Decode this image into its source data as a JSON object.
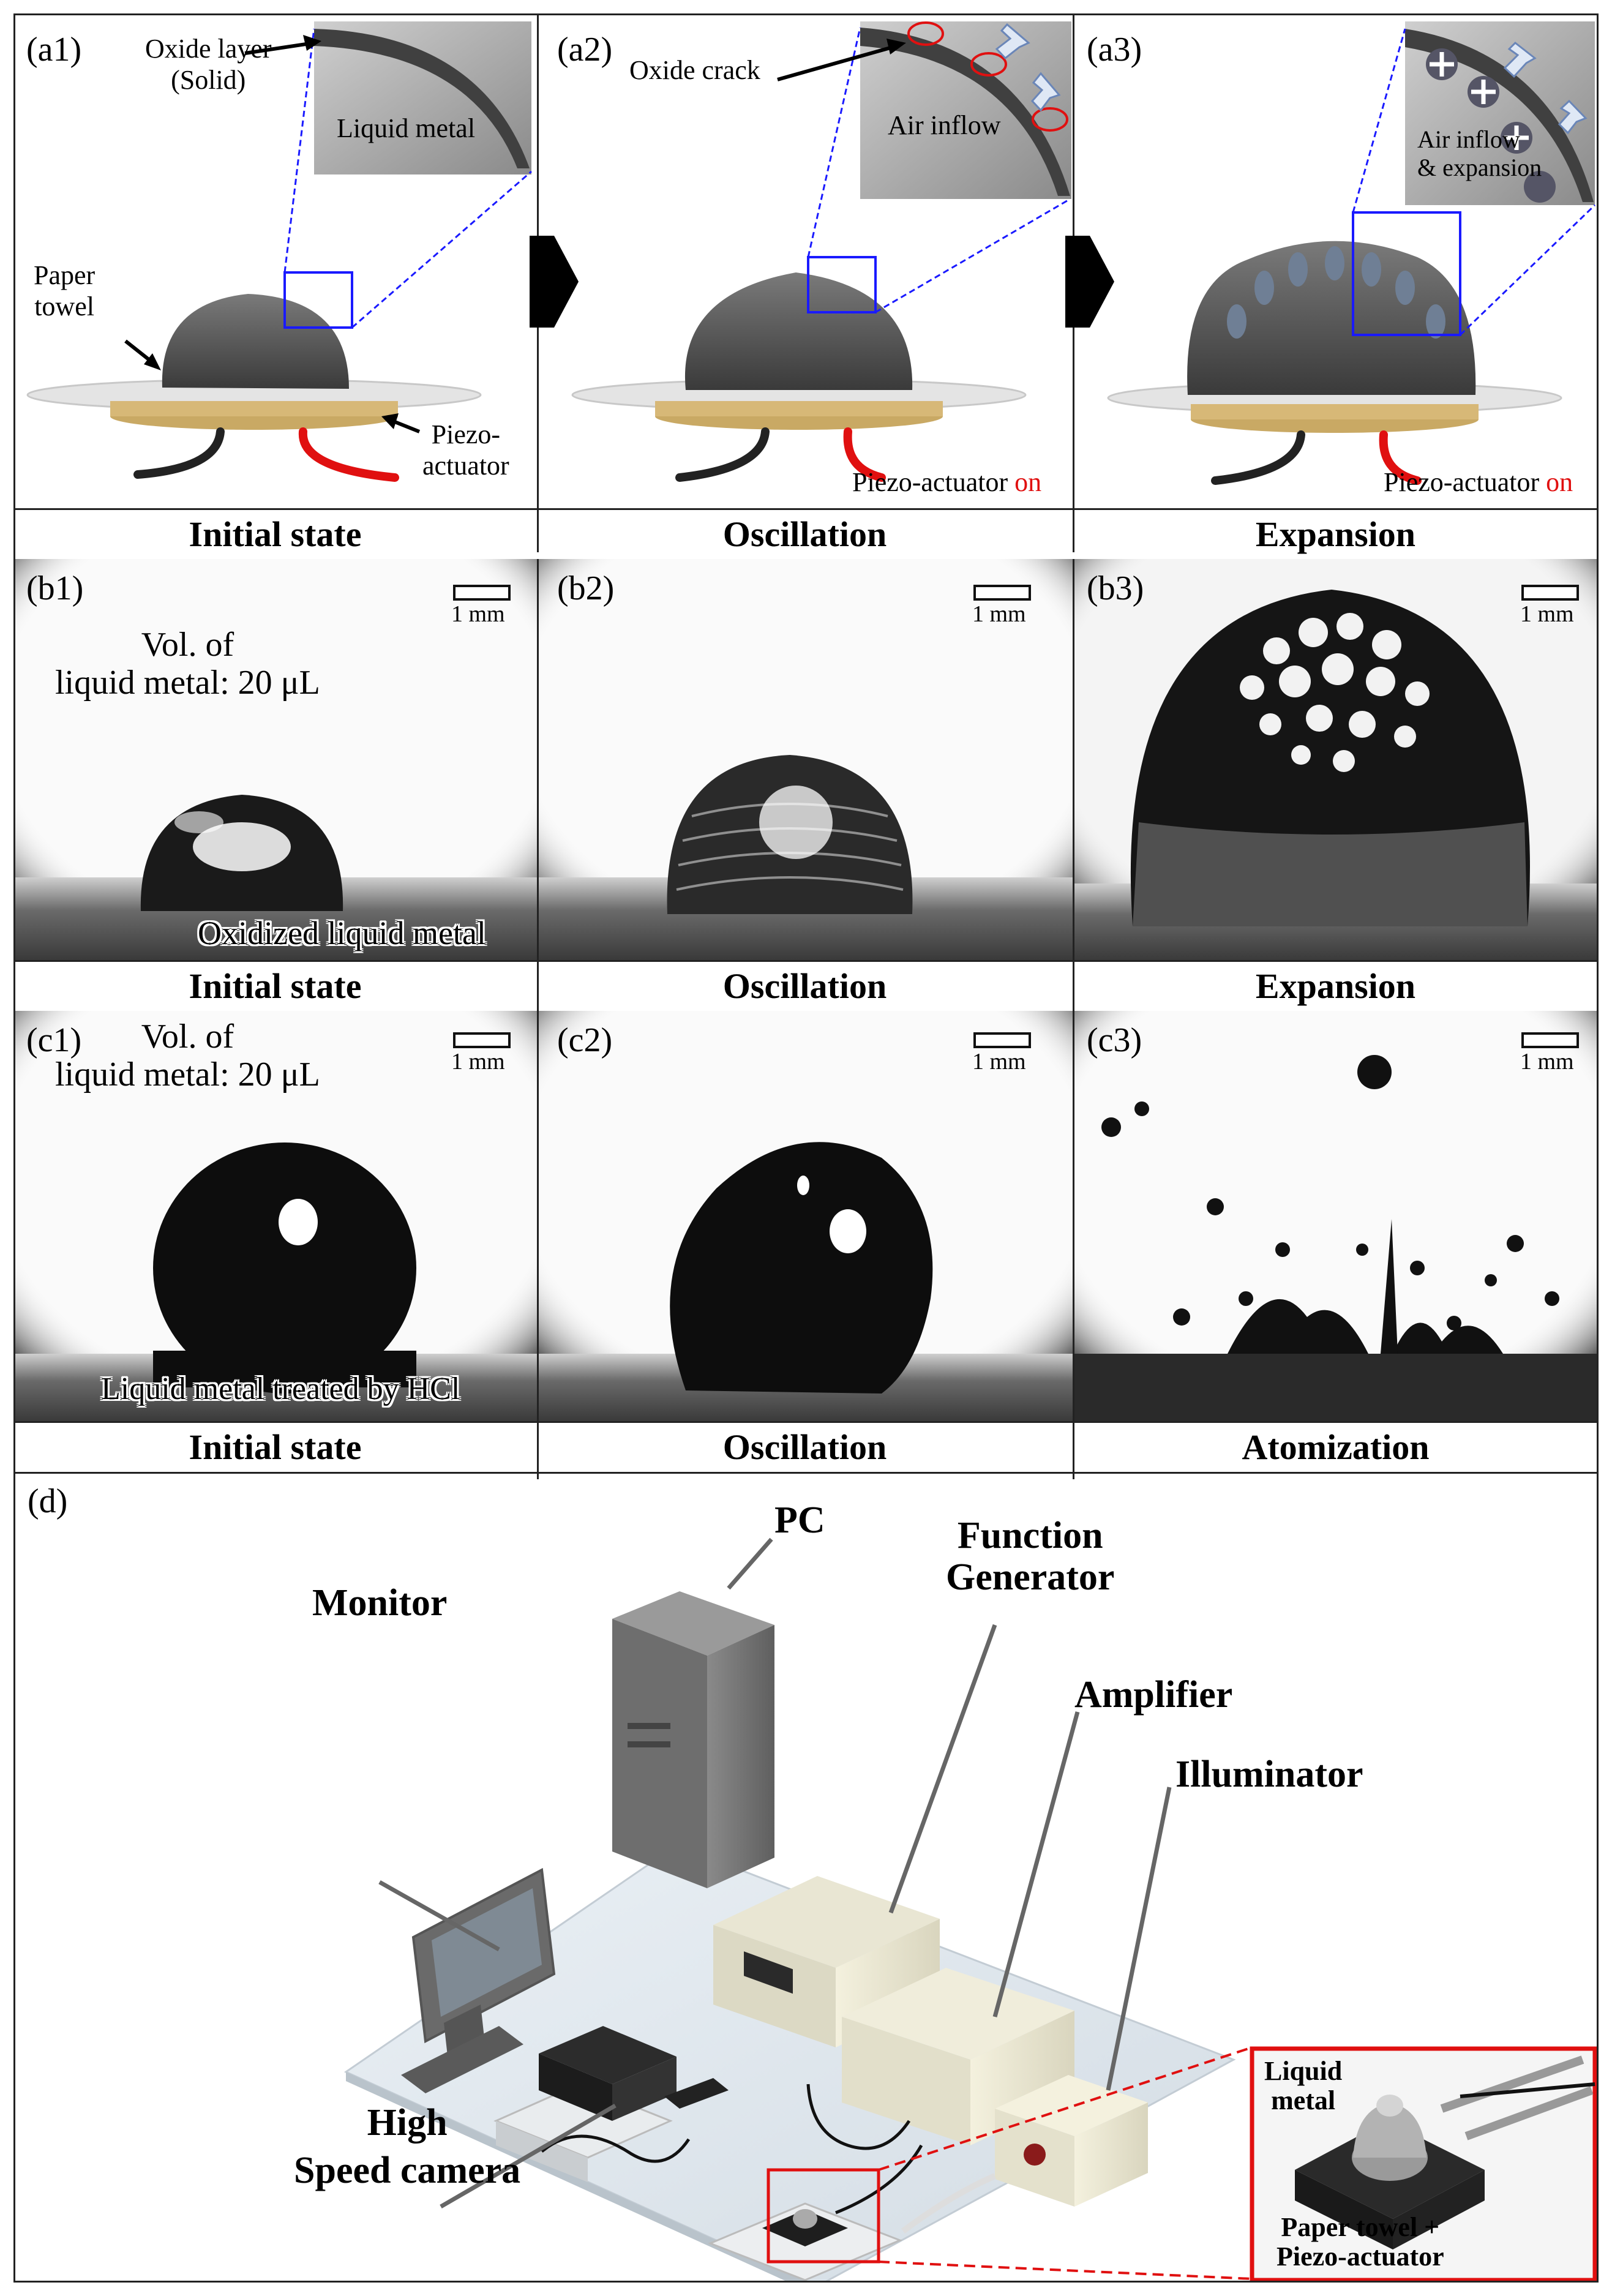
{
  "row_a": {
    "panels": [
      {
        "tag": "(a1)",
        "callouts": {
          "oxide": "Oxide layer\n(Solid)",
          "liquid": "Liquid metal",
          "paper": "Paper\ntowel",
          "piezo": "Piezo-\nactuator"
        }
      },
      {
        "tag": "(a2)",
        "callouts": {
          "crack": "Oxide crack",
          "inflow": "Air inflow",
          "piezo_on_text": "Piezo-actuator",
          "on": "on"
        }
      },
      {
        "tag": "(a3)",
        "callouts": {
          "inflow_expansion": "Air inflow\n& expansion",
          "piezo_on_text": "Piezo-actuator",
          "on": "on"
        }
      }
    ],
    "captions": [
      "Initial state",
      "Oscillation",
      "Expansion"
    ]
  },
  "row_b": {
    "panels": [
      {
        "tag": "(b1)",
        "scale": "1 mm",
        "note": "Vol. of\nliquid metal: 20 μL",
        "overlay": "Oxidized liquid metal"
      },
      {
        "tag": "(b2)",
        "scale": "1 mm"
      },
      {
        "tag": "(b3)",
        "scale": "1 mm"
      }
    ],
    "captions": [
      "Initial state",
      "Oscillation",
      "Expansion"
    ]
  },
  "row_c": {
    "panels": [
      {
        "tag": "(c1)",
        "scale": "1 mm",
        "note": "Vol. of\nliquid metal: 20 μL",
        "overlay": "Liquid metal treated by HCl"
      },
      {
        "tag": "(c2)",
        "scale": "1 mm"
      },
      {
        "tag": "(c3)",
        "scale": "1 mm"
      }
    ],
    "captions": [
      "Initial state",
      "Oscillation",
      "Atomization"
    ]
  },
  "row_d": {
    "tag": "(d)",
    "labels": {
      "pc": "PC",
      "function_generator": "Function\nGenerator",
      "monitor": "Monitor",
      "amplifier": "Amplifier",
      "illuminator": "Illuminator",
      "camera": "High\nSpeed camera",
      "inset_liquid": "Liquid\nmetal",
      "inset_paper": "Paper towel +\nPiezo-actuator"
    }
  },
  "colors": {
    "accent_red": "#e01010",
    "zoom_blue": "#1a1aff",
    "border": "#222222"
  }
}
